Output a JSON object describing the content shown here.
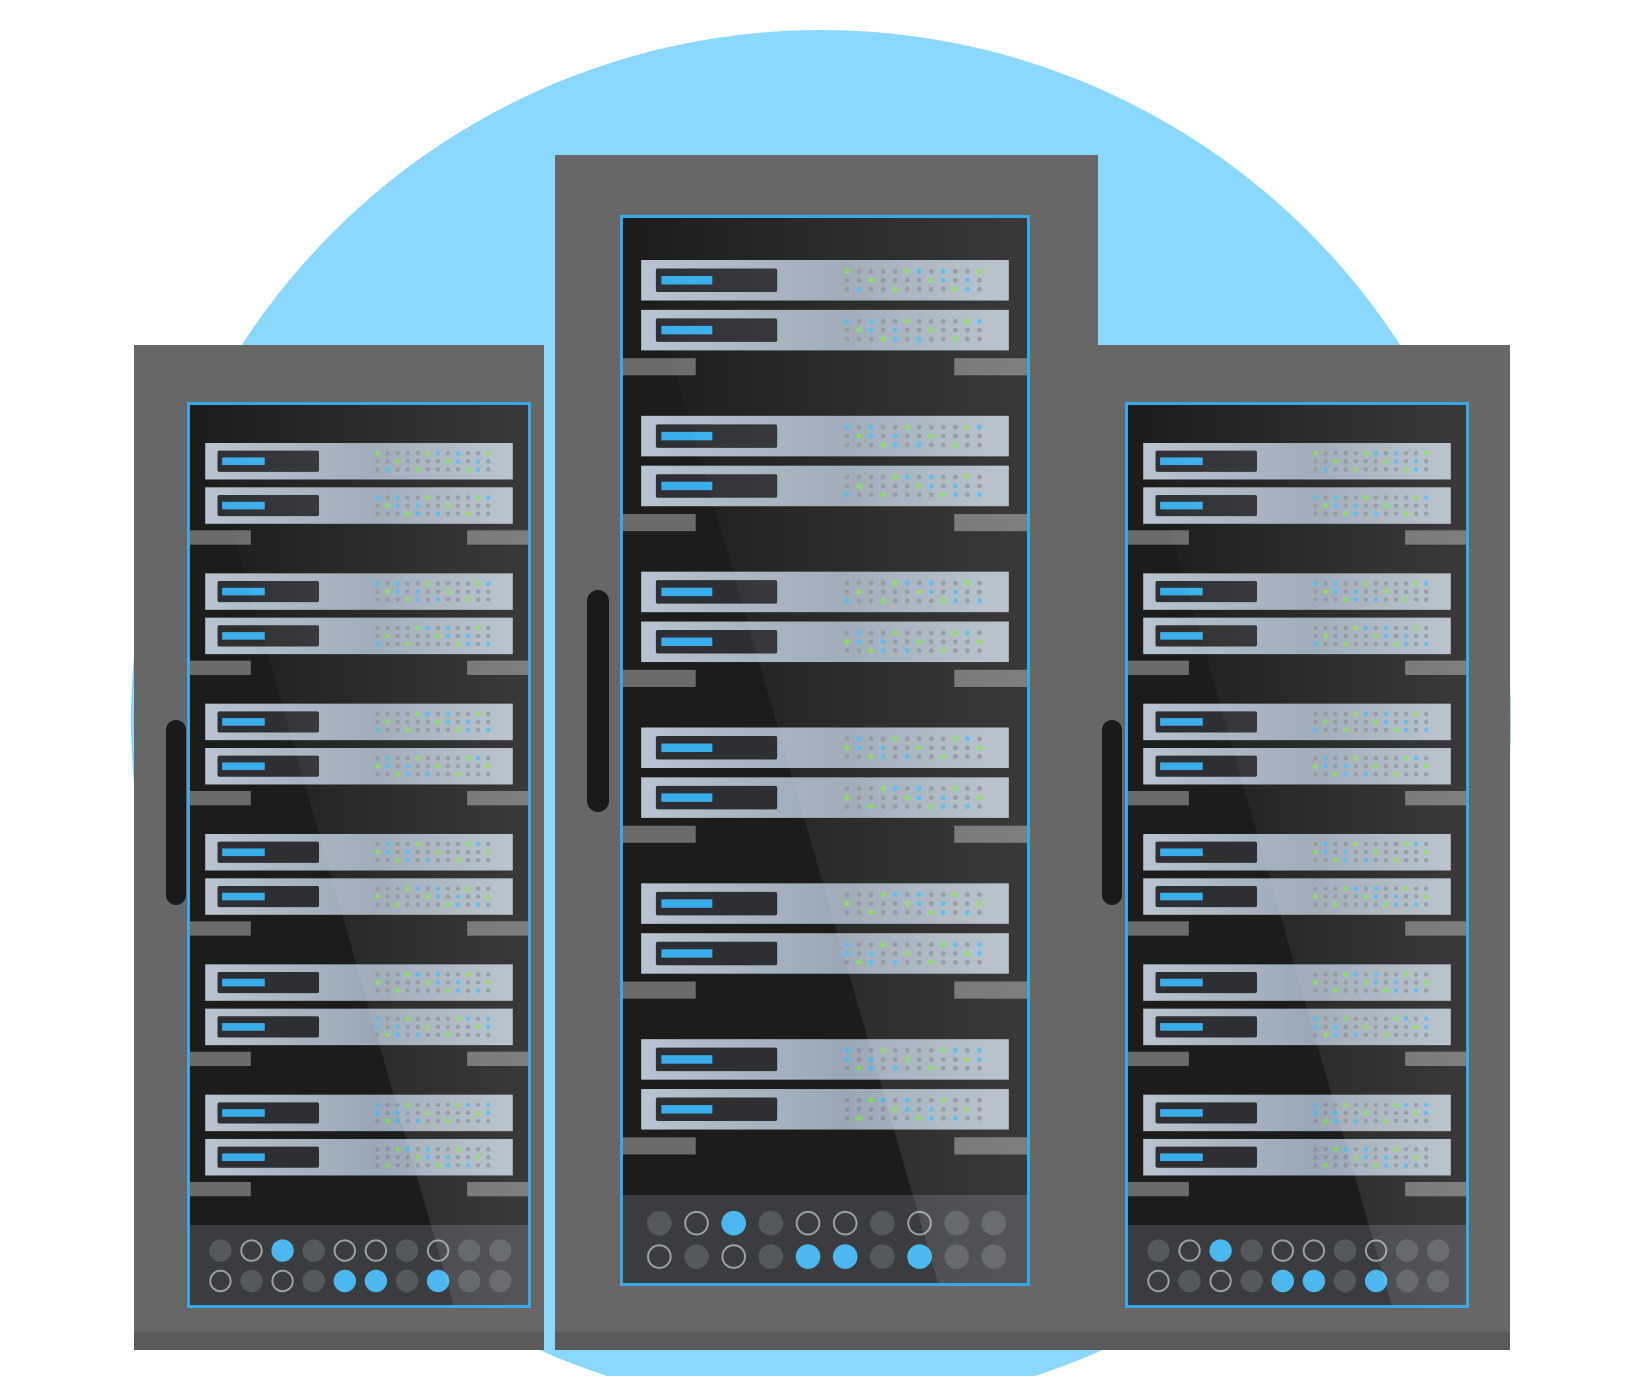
{
  "scene": {
    "subject": "server-racks",
    "colors": {
      "background": "#ffffff",
      "backdrop_circle": "#8ad8ff",
      "cabinet": "#676767",
      "cabinet_shadow": "#5a5a5a",
      "glass_border": "#3aa8e8",
      "interior": "#1c1c1c",
      "server_unit": "#a9b6c2",
      "server_unit_dark": "#7a8794",
      "display_slot": "#2d2f33",
      "display_light": "#3aaeea",
      "led_grey": "#8d939a",
      "led_green": "#7de04a",
      "led_blue": "#4bb8f0",
      "handle": "#1a1a1a",
      "bottom_panel": "#3a3c40"
    },
    "racks": [
      {
        "id": "left",
        "server_groups": 6
      },
      {
        "id": "center",
        "server_groups": 6
      },
      {
        "id": "right",
        "server_groups": 6
      }
    ],
    "icons": [
      "handle-icon",
      "led-icon",
      "indicator-button-icon"
    ]
  }
}
